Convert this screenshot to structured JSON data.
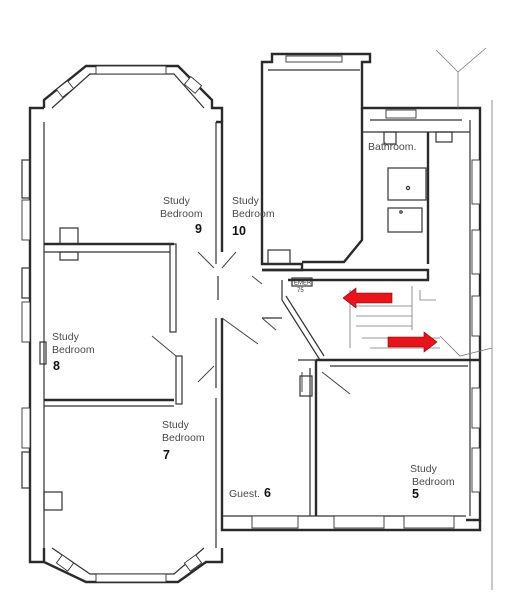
{
  "rooms": {
    "bathroom": {
      "label": "Bathroom."
    },
    "study9": {
      "label_line1": "Study",
      "label_line2": "Bedroom",
      "number": "9"
    },
    "study10": {
      "label_line1": "Study",
      "label_line2": "Bedroom",
      "number": "10"
    },
    "study8": {
      "label_line1": "Study",
      "label_line2": "Bedroom",
      "number": "8"
    },
    "study7": {
      "label_line1": "Study",
      "label_line2": "Bedroom",
      "number": "7"
    },
    "guest6": {
      "label": "Guest.",
      "number": "6"
    },
    "study5": {
      "label_line1": "Study",
      "label_line2": "Bedroom",
      "number": "5"
    }
  },
  "stairs": {
    "sign_line1": "EMER",
    "sign_line2": "75"
  },
  "arrows": {
    "color": "#e8141c"
  },
  "colors": {
    "ink": "#2a2a2a",
    "paper": "#ffffff"
  }
}
